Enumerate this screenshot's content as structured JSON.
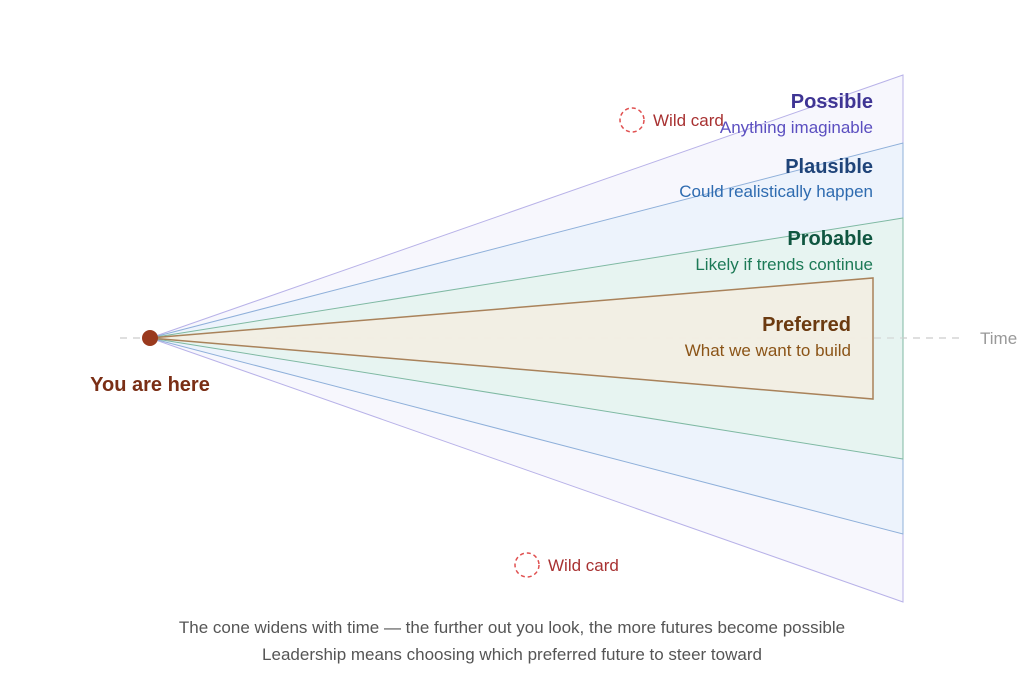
{
  "cones": {
    "possible": {
      "title": "Possible",
      "subtitle": "Anything imaginable",
      "title_color": "#3f3594",
      "subtitle_color": "#5b4fc0",
      "fill": "#f6f6fd",
      "stroke": "#b8b2e8"
    },
    "plausible": {
      "title": "Plausible",
      "subtitle": "Could realistically happen",
      "title_color": "#1f4479",
      "subtitle_color": "#2e6bb0",
      "fill": "#ebf2fc",
      "stroke": "#8fb0da"
    },
    "probable": {
      "title": "Probable",
      "subtitle": "Likely if trends continue",
      "title_color": "#0f5640",
      "subtitle_color": "#1d7a57",
      "fill": "#e5f4f0",
      "stroke": "#7fb9a3"
    },
    "preferred": {
      "title": "Preferred",
      "subtitle": "What we want to build",
      "title_color": "#6b3a10",
      "subtitle_color": "#8b5417",
      "fill": "#f2eee3",
      "stroke": "#a9825a"
    }
  },
  "origin_label": "You are here",
  "axis_label": "Time",
  "wild_cards": [
    "Wild card",
    "Wild card"
  ],
  "caption": [
    "The cone widens with time — the further out you look, the more futures become possible",
    "Leadership means choosing which preferred future to steer toward"
  ]
}
